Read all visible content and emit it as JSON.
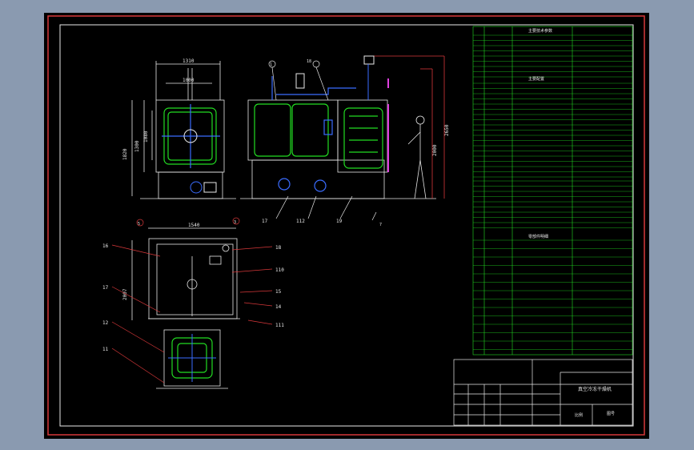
{
  "colors": {
    "outer_bg": "#8a9ab0",
    "canvas": "#000000",
    "border_red": "#d8383a",
    "white": "#e8e8e8",
    "green": "#22dd22",
    "blue": "#3a6cff",
    "magenta": "#e040e0",
    "cyan": "#22cccc",
    "red": "#e03030",
    "yellow": "#dddd33"
  },
  "front_view": {
    "dim_top": "1310",
    "dim_mid": "1000",
    "dim_left": "1820",
    "dim_inner": "1300",
    "dim_inner2": "1080"
  },
  "side_view": {
    "dim_right_a": "2000",
    "dim_right_b": "2650",
    "callouts_top": [
      "1",
      "18"
    ],
    "callouts_bottom": [
      "17",
      "112",
      "19",
      "7"
    ]
  },
  "plan_view": {
    "dim_top": "1540",
    "dim_left": "2007",
    "callouts_top": [
      "5",
      "3"
    ],
    "callouts_left": [
      "16",
      "17",
      "12",
      "11"
    ],
    "callouts_right": [
      "18",
      "110",
      "15",
      "14",
      "111"
    ]
  },
  "right_table": {
    "section1_title": "主要技术参数",
    "section2_title": "主要配置",
    "section3_title": "零部件明细"
  },
  "title_block": {
    "name": "真空冷冻干燥机",
    "scale": "比例",
    "sheet": "图号"
  }
}
